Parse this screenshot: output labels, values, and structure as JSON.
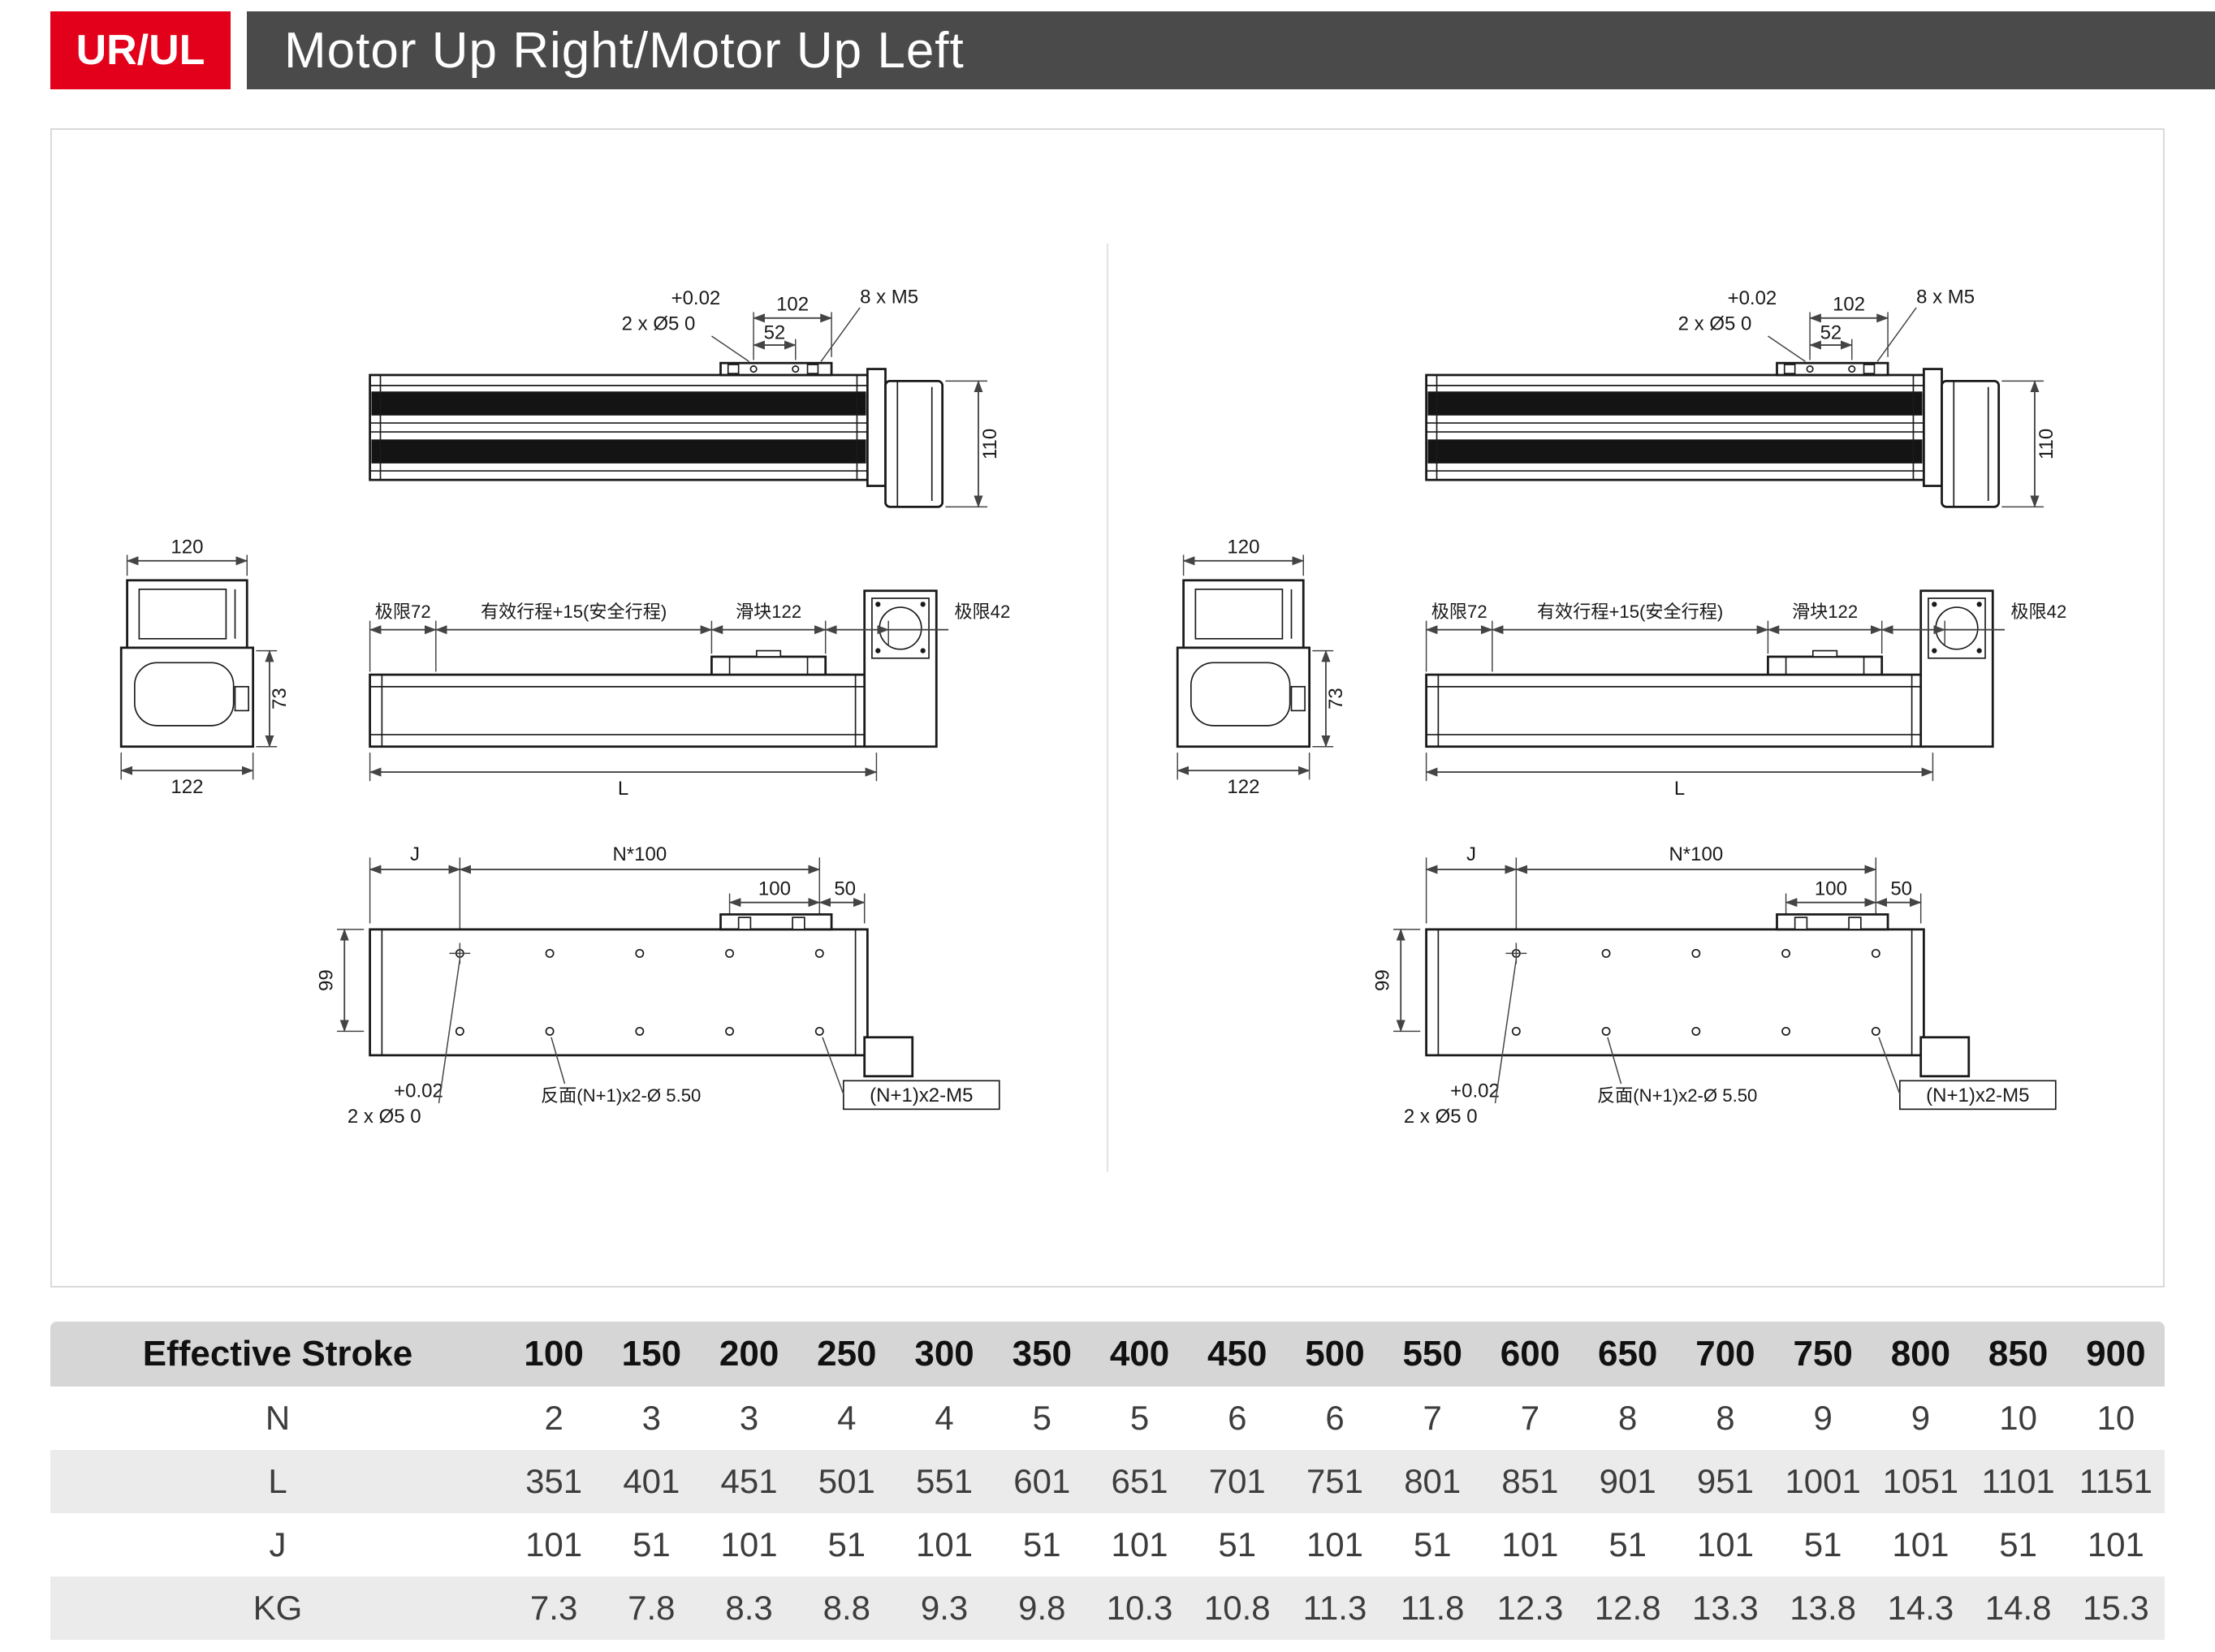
{
  "header": {
    "badge": "UR/UL",
    "title": "Motor Up Right/Motor Up Left"
  },
  "colors": {
    "accent_red": "#e2001a",
    "titlebar_gray": "#4a4a4a",
    "table_header_bg": "#d6d6d6",
    "table_alt_row_bg": "#ebebeb"
  },
  "drawing": {
    "top_view": {
      "tol_upper": "+0.02",
      "hole_callout": "2 x Ø5  0",
      "dim_102": "102",
      "dim_52": "52",
      "thread_callout": "8 x M5",
      "dim_110": "110"
    },
    "side_view": {
      "dim_120": "120",
      "dim_73": "73",
      "dim_122": "122",
      "limit_left": "极限72",
      "stroke_label": "有效行程+15(安全行程)",
      "slider_label": "滑块122",
      "limit_right": "极限42",
      "dim_L": "L"
    },
    "bottom_view": {
      "dim_J": "J",
      "dim_N100": "N*100",
      "dim_100": "100",
      "dim_50": "50",
      "dim_99": "99",
      "tol_upper": "+0.02",
      "hole_callout": "2 x Ø5  0",
      "back_hole_callout": "反面(N+1)x2-Ø 5.50",
      "thread_callout": "(N+1)x2-M5"
    }
  },
  "table": {
    "header_label": "Effective Stroke",
    "strokes": [
      "100",
      "150",
      "200",
      "250",
      "300",
      "350",
      "400",
      "450",
      "500",
      "550",
      "600",
      "650",
      "700",
      "750",
      "800",
      "850",
      "900"
    ],
    "rows": [
      {
        "label": "N",
        "values": [
          "2",
          "3",
          "3",
          "4",
          "4",
          "5",
          "5",
          "6",
          "6",
          "7",
          "7",
          "8",
          "8",
          "9",
          "9",
          "10",
          "10"
        ]
      },
      {
        "label": "L",
        "values": [
          "351",
          "401",
          "451",
          "501",
          "551",
          "601",
          "651",
          "701",
          "751",
          "801",
          "851",
          "901",
          "951",
          "1001",
          "1051",
          "1101",
          "1151"
        ]
      },
      {
        "label": "J",
        "values": [
          "101",
          "51",
          "101",
          "51",
          "101",
          "51",
          "101",
          "51",
          "101",
          "51",
          "101",
          "51",
          "101",
          "51",
          "101",
          "51",
          "101"
        ]
      },
      {
        "label": "KG",
        "values": [
          "7.3",
          "7.8",
          "8.3",
          "8.8",
          "9.3",
          "9.8",
          "10.3",
          "10.8",
          "11.3",
          "11.8",
          "12.3",
          "12.8",
          "13.3",
          "13.8",
          "14.3",
          "14.8",
          "15.3"
        ]
      }
    ]
  }
}
